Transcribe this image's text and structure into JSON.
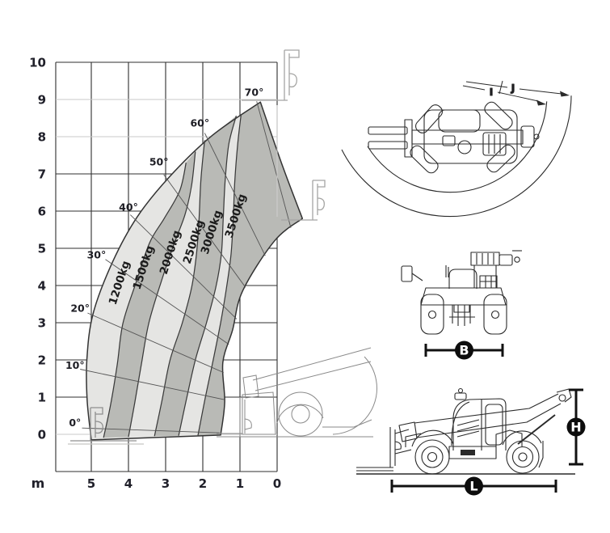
{
  "chart_data": {
    "type": "area",
    "description": "Telehandler load capacity / lift envelope chart",
    "x_axis": {
      "unit": "m",
      "ticks": [
        "5",
        "4",
        "3",
        "2",
        "1",
        "0"
      ],
      "range_m": [
        0,
        6
      ]
    },
    "y_axis": {
      "ticks": [
        "10",
        "9",
        "8",
        "7",
        "6",
        "5",
        "4",
        "3",
        "2",
        "1",
        "0"
      ],
      "range_m": [
        -1,
        10
      ]
    },
    "capacity_zones": [
      {
        "label": "1200kg",
        "shade": "light",
        "label_pos": [
          4.24,
          4.07
        ]
      },
      {
        "label": "1500kg",
        "shade": "dark",
        "label_pos": [
          3.59,
          4.48
        ]
      },
      {
        "label": "2000kg",
        "shade": "light",
        "label_pos": [
          2.87,
          4.89
        ]
      },
      {
        "label": "2500kg",
        "shade": "dark",
        "label_pos": [
          2.24,
          5.17
        ]
      },
      {
        "label": "3000kg",
        "shade": "light",
        "label_pos": [
          1.76,
          5.43
        ]
      },
      {
        "label": "3500kg",
        "shade": "dark",
        "label_pos": [
          1.11,
          5.87
        ]
      }
    ],
    "boom_angle_lines": [
      {
        "label": "0°",
        "p1": [
          5.25,
          0.17
        ],
        "p2": [
          1.55,
          0.04
        ],
        "lp": [
          5.44,
          0.3
        ]
      },
      {
        "label": "10°",
        "p1": [
          5.3,
          1.75
        ],
        "p2": [
          1.41,
          0.93
        ],
        "lp": [
          5.44,
          1.85
        ]
      },
      {
        "label": "20°",
        "p1": [
          5.1,
          3.26
        ],
        "p2": [
          1.44,
          1.66
        ],
        "lp": [
          5.3,
          3.38
        ]
      },
      {
        "label": "30°",
        "p1": [
          4.62,
          4.7
        ],
        "p2": [
          1.3,
          2.42
        ],
        "lp": [
          4.86,
          4.82
        ]
      },
      {
        "label": "40°",
        "p1": [
          3.95,
          5.9
        ],
        "p2": [
          1.09,
          3.1
        ],
        "lp": [
          4.0,
          6.1
        ]
      },
      {
        "label": "50°",
        "p1": [
          3.05,
          6.98
        ],
        "p2": [
          0.85,
          3.95
        ],
        "lp": [
          3.18,
          7.32
        ]
      },
      {
        "label": "60°",
        "p1": [
          1.95,
          8.1
        ],
        "p2": [
          0.32,
          4.8
        ],
        "lp": [
          2.08,
          8.36
        ]
      },
      {
        "label": "70°",
        "p1": [
          0.55,
          8.95
        ],
        "p2": [
          -0.37,
          5.55
        ],
        "lp": [
          0.62,
          9.18
        ]
      }
    ],
    "geometry": {
      "x_gridlines": [
        5.957,
        5,
        4,
        3,
        2,
        1,
        0
      ],
      "y_gridlines": [
        {
          "h": 10
        },
        {
          "h": 9,
          "light": true
        },
        {
          "h": 8,
          "light": true
        },
        {
          "h": 7
        },
        {
          "h": 6
        },
        {
          "h": 5
        },
        {
          "h": 4
        },
        {
          "h": 3
        },
        {
          "h": 2
        },
        {
          "h": 1
        },
        {
          "h": 0,
          "light": true
        },
        {
          "h": -1
        }
      ],
      "outer": [
        [
          5.0,
          -0.15
        ],
        [
          5.11,
          0.9
        ],
        [
          5.12,
          2.0
        ],
        [
          4.95,
          3.25
        ],
        [
          4.42,
          4.65
        ],
        [
          3.76,
          5.85
        ],
        [
          2.89,
          6.93
        ],
        [
          1.74,
          8.04
        ],
        [
          0.45,
          8.93
        ]
      ],
      "upper_right": [
        [
          0.45,
          8.93
        ],
        [
          -0.15,
          7.2
        ],
        [
          -0.68,
          5.8
        ]
      ],
      "inner": [
        [
          -0.68,
          5.8
        ],
        [
          0.07,
          5.2
        ],
        [
          0.93,
          3.85
        ],
        [
          1.2,
          2.8
        ],
        [
          1.46,
          1.93
        ],
        [
          1.41,
          0.87
        ],
        [
          1.52,
          -0.02
        ]
      ],
      "bottom": [
        [
          1.52,
          -0.02
        ],
        [
          5.0,
          -0.15
        ]
      ],
      "zone_boundaries": [
        [
          [
            4.67,
            -0.09
          ],
          [
            4.48,
            0.8
          ],
          [
            4.3,
            1.89
          ],
          [
            4.15,
            2.98
          ],
          [
            3.8,
            4.07
          ],
          [
            3.43,
            5.15
          ],
          [
            3.04,
            5.8
          ],
          [
            2.62,
            6.55
          ],
          [
            2.45,
            7.3
          ]
        ],
        [
          [
            4.0,
            -0.07
          ],
          [
            3.83,
            0.85
          ],
          [
            3.65,
            1.9
          ],
          [
            3.45,
            3.0
          ],
          [
            3.12,
            4.1
          ],
          [
            2.78,
            5.1
          ],
          [
            2.48,
            5.9
          ],
          [
            2.3,
            6.7
          ],
          [
            2.2,
            7.6
          ]
        ],
        [
          [
            3.3,
            -0.05
          ],
          [
            3.1,
            0.9
          ],
          [
            2.88,
            2.0
          ],
          [
            2.55,
            3.0
          ],
          [
            2.3,
            3.95
          ],
          [
            2.17,
            4.85
          ],
          [
            2.1,
            5.8
          ],
          [
            2.05,
            6.85
          ],
          [
            1.95,
            7.9
          ]
        ],
        [
          [
            2.65,
            -0.04
          ],
          [
            2.45,
            0.9
          ],
          [
            2.2,
            2.0
          ],
          [
            1.9,
            3.0
          ],
          [
            1.65,
            3.95
          ],
          [
            1.5,
            4.85
          ],
          [
            1.45,
            5.8
          ],
          [
            1.4,
            6.8
          ],
          [
            1.3,
            7.8
          ],
          [
            1.1,
            8.56
          ]
        ],
        [
          [
            2.13,
            -0.03
          ],
          [
            1.95,
            0.9
          ],
          [
            1.72,
            2.0
          ],
          [
            1.52,
            3.0
          ],
          [
            1.36,
            3.95
          ],
          [
            1.24,
            4.85
          ],
          [
            1.18,
            5.8
          ],
          [
            1.14,
            6.8
          ],
          [
            1.06,
            7.8
          ],
          [
            0.97,
            8.6
          ]
        ]
      ],
      "bridge_2500": [
        [
          1.95,
          7.9
        ],
        [
          1.74,
          8.04
        ],
        [
          1.1,
          8.56
        ]
      ],
      "bridge_3500": [
        [
          0.97,
          8.6
        ],
        [
          0.45,
          8.93
        ]
      ]
    }
  },
  "dimensions": {
    "width": "B",
    "height": "H",
    "length": "L",
    "turn_radius_inner": "I",
    "turn_radius_outer": "J"
  },
  "colors": {
    "zone_light": "#e5e5e3",
    "zone_dark": "#b9bab6",
    "zone_outline": "#333333",
    "boundary": "#3a3a3a",
    "grid_dark": "#2f2f2f",
    "grid_light": "#c9c9c9",
    "angle_line": "#555555",
    "machine_stroke": "#2a2a2a",
    "faint_stroke": "#8f8f8f",
    "badge_bg": "#0d0d0d"
  }
}
